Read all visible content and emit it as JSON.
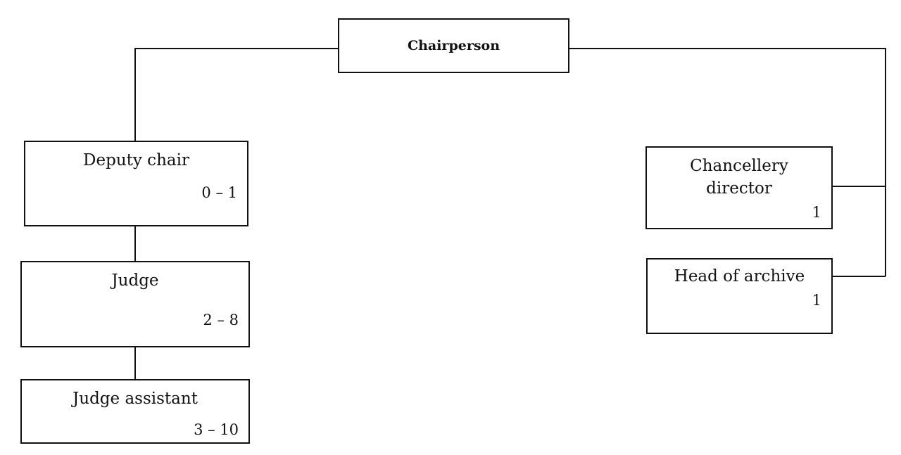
{
  "org_chart": {
    "chairperson": {
      "title": "Chairperson"
    },
    "deputy_chair": {
      "title": "Deputy chair",
      "count": "0 – 1"
    },
    "judge": {
      "title": "Judge",
      "count": "2 – 8"
    },
    "judge_assistant": {
      "title": "Judge assistant",
      "count": "3 – 10"
    },
    "chancellery_director": {
      "title_line1": "Chancellery",
      "title_line2": "director",
      "count": "1"
    },
    "head_of_archive": {
      "title": "Head of archive",
      "count": "1"
    }
  },
  "colors": {
    "line": "#111111",
    "background": "#ffffff"
  }
}
